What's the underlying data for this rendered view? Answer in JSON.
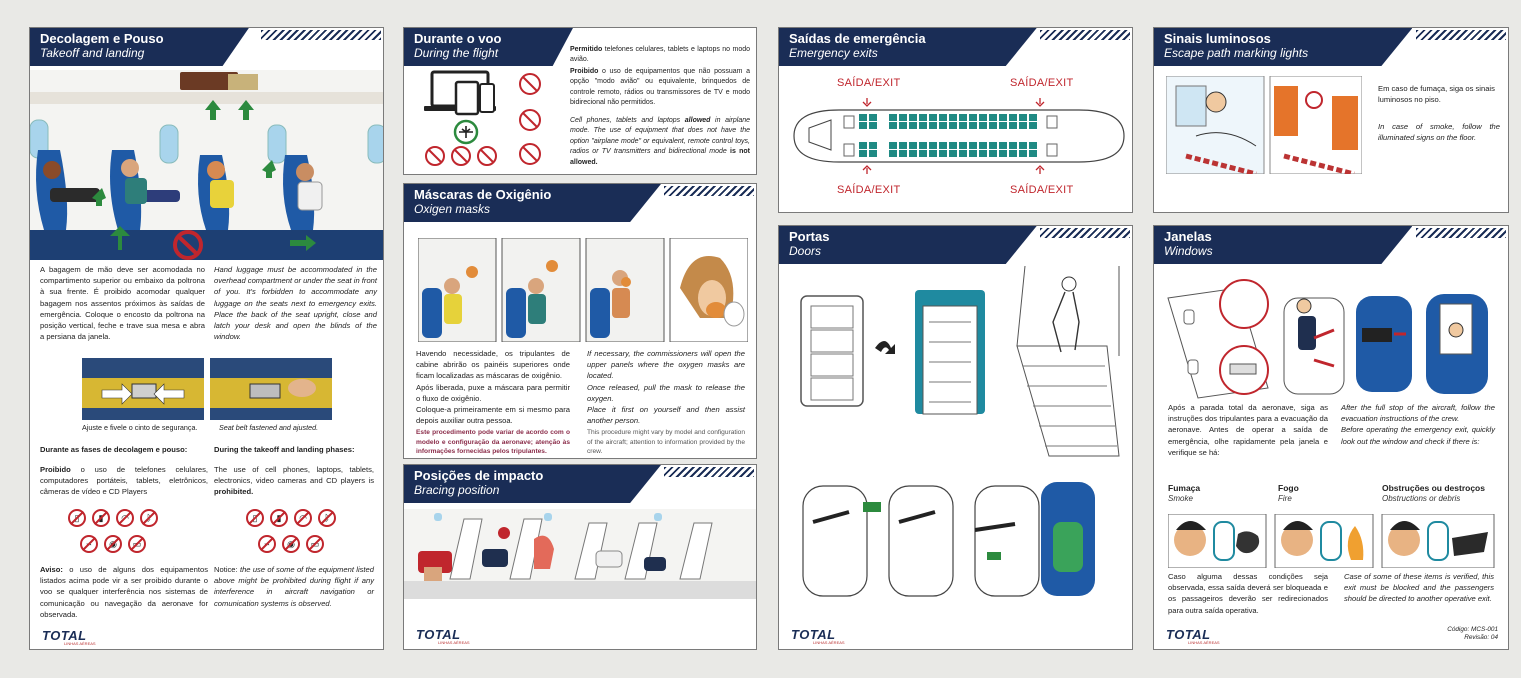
{
  "takeoff": {
    "title_pt": "Decolagem e Pouso",
    "title_en": "Takeoff and landing",
    "para_pt": "A bagagem de mão deve ser acomodada no compartimento superior ou embaixo da poltrona à sua frente. É proibido acomodar qualquer bagagem nos assentos próximos às saídas de emergência. Coloque o encosto da poltrona na posição vertical, feche e trave sua mesa e abra a persiana da janela.",
    "para_en": "Hand luggage must be accommodated in the overhead compartment or under the seat in front of you. It's forbidden to accommodate any luggage on the seats next to emergency exits. Place the back of the seat upright, close and latch your desk and open the blinds of the window.",
    "belt_caption_pt": "Ajuste e fivele o cinto de segurança.",
    "belt_caption_en": "Seat belt fastened and ajusted.",
    "phases_heading_pt": "Durante as fases de decolagem e pouso:",
    "phases_heading_en": "During the takeoff and landing phases:",
    "prohib_word_pt": "Proibido",
    "prohib_rest_pt": " o uso de telefones celulares, computadores portáteis, tablets, eletrônicos, câmeras de vídeo e CD Players",
    "prohib_en_start": "The use of cell phones, laptops, tablets, electronics, video cameras and CD players is ",
    "prohib_en_word": "prohibited.",
    "notice_word_pt": "Aviso:",
    "notice_rest_pt": " o uso de alguns dos equipamentos listados acima pode vir a ser proibido durante o voo se qualquer interferência nos sistemas de comunicação ou navegação da aeronave for observada.",
    "notice_word_en": "Notice:",
    "notice_rest_en": " the use of some of the equipment listed above might be prohibited during flight if any interference in aircraft navigation or comunication systems is observed."
  },
  "flight": {
    "title_pt": "Durante o voo",
    "title_en": "During the flight",
    "allowed_word_pt": "Permitido",
    "allowed_rest_pt": " telefones celulares, tablets e laptops no modo avião.",
    "prohib_word_pt": "Proibido",
    "prohib_rest_pt": " o uso de equipamentos que não possuam a opção \"modo avião\" ou equivalente, brinquedos de controle remoto, rádios ou transmissores de TV e modo bidirecional não permitidos.",
    "allowed_en_start": "Cell phones, tablets and laptops ",
    "allowed_en_word": "allowed",
    "allowed_en_end": " in airplane mode. The use of equipment that does not have the option \"airplane mode\" or equivalent, remote control toys, radios or TV transmitters and bidirectional mode ",
    "not_allowed": "is not allowed."
  },
  "oxygen": {
    "title_pt": "Máscaras de Oxigênio",
    "title_en": "Oxigen masks",
    "para_pt_1": "Havendo necessidade, os tripulantes de cabine abrirão os painéis superiores onde ficam localizadas as máscaras de oxigênio.",
    "para_pt_2": "Após liberada, puxe a máscara para permitir o fluxo de oxigênio.",
    "para_pt_3": "Coloque-a primeiramente em si mesmo para depois auxiliar outra pessoa.",
    "warn_pt": "Este procedimento pode variar de acordo com o modelo e configuração da aeronave; atenção às informações fornecidas pelos tripulantes.",
    "para_en_1": "If necessary, the commissioners will open the upper panels where the oxygen masks are located.",
    "para_en_2": "Once released, pull the mask to release the oxygen.",
    "para_en_3": "Place it first on yourself and then assist another person.",
    "warn_en": "This procedure might vary by model and configuration of the aircraft; attention to information provided by the crew."
  },
  "impact": {
    "title_pt": "Posições de impacto",
    "title_en": "Bracing position"
  },
  "exits": {
    "title_pt": "Saídas de emergência",
    "title_en": "Emergency exits",
    "labels": [
      "SAÍDA/EXIT",
      "SAÍDA/EXIT",
      "SAÍDA/EXIT",
      "SAÍDA/EXIT"
    ]
  },
  "doors": {
    "title_pt": "Portas",
    "title_en": "Doors"
  },
  "signs": {
    "title_pt": "Sinais luminosos",
    "title_en": "Escape path marking lights",
    "text_pt": "Em caso de fumaça, siga os sinais luminosos no piso.",
    "text_en": "In case of smoke, follow the illuminated signs on the floor."
  },
  "windows": {
    "title_pt": "Janelas",
    "title_en": "Windows",
    "para_pt": "Após a parada total da aeronave, siga as instruções dos tripulantes para a evacuação da aeronave. Antes de operar a saída de emergência, olhe rapidamente pela janela e verifique se há:",
    "para_en_1": "After the full stop of the aircraft, follow the evacuation instructions of the crew.",
    "para_en_2": "Before operating the emergency exit, quickly look out the window and check if there is:",
    "items": [
      {
        "pt": "Fumaça",
        "en": "Smoke"
      },
      {
        "pt": "Fogo",
        "en": "Fire"
      },
      {
        "pt": "Obstruções ou destroços",
        "en": "Obstructions or debris"
      }
    ],
    "final_pt": "Caso alguma dessas condições seja observada, essa saída deverá ser bloqueada e os passageiros deverão ser redirecionados para outra saída operativa.",
    "final_en": "Case of some of these items is verified, this exit must be blocked and the passengers should be directed to another operative exit.",
    "code": "Código: MCS-001",
    "revision": "Revisão: 04"
  },
  "brand": {
    "logo": "TOTAL",
    "tagline": "LINHAS AÉREAS"
  },
  "colors": {
    "navy": "#1a2d56",
    "red": "#c0262d",
    "green": "#2c8a3e",
    "seat_teal": "#1f8a84"
  }
}
